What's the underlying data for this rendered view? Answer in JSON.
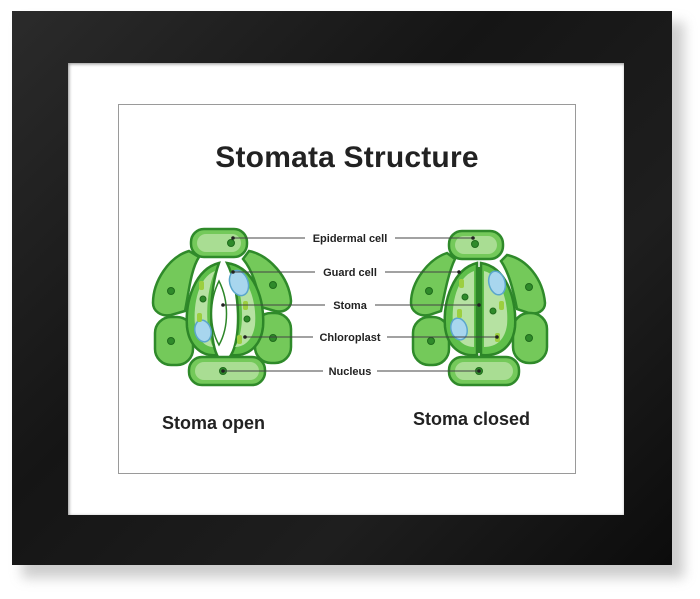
{
  "title": "Stomata Structure",
  "labels": {
    "epidermal_cell": "Epidermal cell",
    "guard_cell": "Guard cell",
    "stoma": "Stoma",
    "chloroplast": "Chloroplast",
    "nucleus": "Nucleus"
  },
  "captions": {
    "open": "Stoma open",
    "closed": "Stoma closed"
  },
  "colors": {
    "frame": "#1a1a1a",
    "cell_fill": "#74c95a",
    "cell_outline": "#2f8a2a",
    "vacuole": "#a8d6ee"
  }
}
